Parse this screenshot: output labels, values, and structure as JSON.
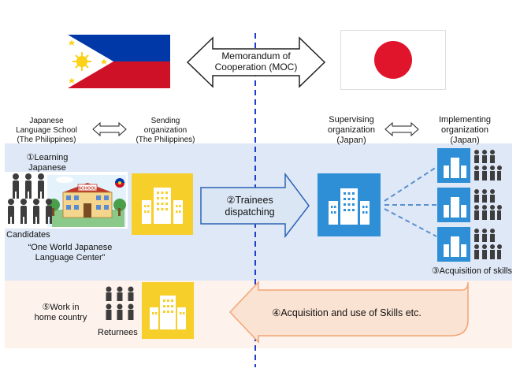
{
  "moc": {
    "line1": "Memorandum of",
    "line2": "Cooperation (MOC)"
  },
  "left_orgs": {
    "school": {
      "line1": "Japanese",
      "line2": "Language School",
      "line3": "(The Philippines)"
    },
    "sending": {
      "line1": "Sending",
      "line2": "organization",
      "line3": "(The Philippines)"
    }
  },
  "right_orgs": {
    "supervising": {
      "line1": "Supervising",
      "line2": "organization",
      "line3": "(Japan)"
    },
    "implementing": {
      "line1": "Implementing",
      "line2": "organization",
      "line3": "(Japan)"
    }
  },
  "steps": {
    "learning": {
      "line1": "①Learning",
      "line2": "Japanese"
    },
    "dispatching": {
      "line1": "②Trainees",
      "line2": "dispatching"
    },
    "acquisition": "③Acquisition of skills",
    "use": "④Acquisition and use of Skills etc.",
    "work": {
      "line1": "⑤Work in",
      "line2": "home country"
    }
  },
  "labels": {
    "candidates": "Candidates",
    "center_line1": "“One World Japanese",
    "center_line2": "Language Center”",
    "returnees": "Returnees",
    "school_sign": "SCHOOL"
  },
  "colors": {
    "blue_box": "#2e8fd6",
    "yellow_box": "#f7cf2a",
    "top_band": "#dfe8f6",
    "bottom_band": "#fdf2ec",
    "divider": "#1d3fc9",
    "ph_blue": "#0038a8",
    "ph_red": "#ce1126",
    "jp_red": "#e0142b"
  }
}
